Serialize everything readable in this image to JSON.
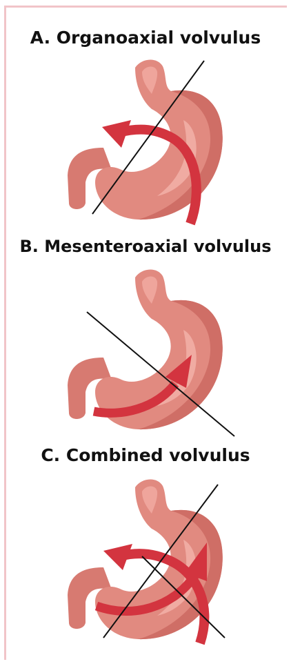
{
  "panels": [
    {
      "id": "a",
      "title": "A. Organoaxial volvulus"
    },
    {
      "id": "b",
      "title": "B. Mesenteroaxial volvulus"
    },
    {
      "id": "c",
      "title": "C. Combined volvulus"
    }
  ],
  "colors": {
    "border": "#f1c4c8",
    "stomach_fill": "#e18a80",
    "stomach_shade": "#cf6e66",
    "stomach_highlight": "#f0aba2",
    "arrow": "#d3343f",
    "axis_line": "#111111"
  }
}
